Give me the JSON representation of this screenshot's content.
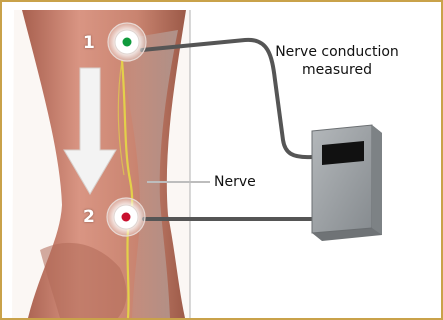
{
  "electrode_1": {
    "number": "1",
    "color": "#0f9a3c"
  },
  "electrode_2": {
    "number": "2",
    "color": "#c8102e"
  },
  "nerve": {
    "label": "Nerve",
    "color": "#e3d04a"
  },
  "device": {
    "label": "Nerve conduction measured"
  },
  "colors": {
    "frame": "#c9a24a",
    "skin": "#c98470",
    "cable": "#555555",
    "device_body": "#9ea3a6",
    "device_screen": "#111111",
    "arrow": "#f3f3f3"
  }
}
